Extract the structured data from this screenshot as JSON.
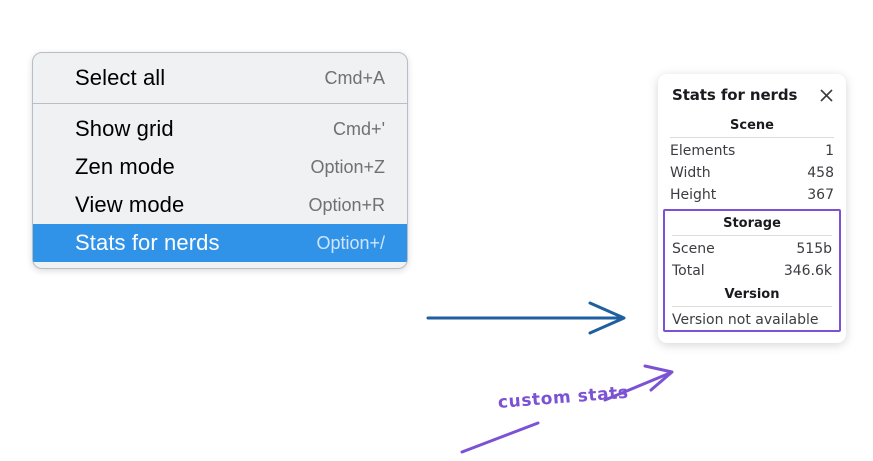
{
  "colors": {
    "menu_background": "#eff1f3",
    "menu_border": "#b6bec7",
    "menu_highlight": "#3193e8",
    "shortcut_text": "#717171",
    "annotation_purple": "#7c52d4",
    "annotation_blue": "#1f5fa0",
    "panel_box_border": "#7c52d4",
    "page_background": "#ffffff"
  },
  "context_menu": {
    "name": "context-menu",
    "groups": [
      {
        "items": [
          {
            "label": "Select all",
            "shortcut": "Cmd+A",
            "selected": false
          }
        ]
      },
      {
        "items": [
          {
            "label": "Show grid",
            "shortcut": "Cmd+'",
            "selected": false
          },
          {
            "label": "Zen mode",
            "shortcut": "Option+Z",
            "selected": false
          },
          {
            "label": "View mode",
            "shortcut": "Option+R",
            "selected": false
          },
          {
            "label": "Stats for nerds",
            "shortcut": "Option+/",
            "selected": true
          }
        ]
      }
    ]
  },
  "stats_panel": {
    "title": "Stats for nerds",
    "close_icon": "close-icon",
    "sections": [
      {
        "title": "Scene",
        "boxed": false,
        "rows": [
          {
            "key": "Elements",
            "value": "1"
          },
          {
            "key": "Width",
            "value": "458"
          },
          {
            "key": "Height",
            "value": "367"
          }
        ]
      },
      {
        "title": "Storage",
        "boxed": true,
        "rows": [
          {
            "key": "Scene",
            "value": "515b"
          },
          {
            "key": "Total",
            "value": "346.6k"
          }
        ]
      },
      {
        "title": "Version",
        "boxed": true,
        "rows": [],
        "note": "Version not available"
      }
    ]
  },
  "annotations": {
    "custom_stats_label": "custom stats",
    "blue_arrow_name": "blue-arrow-menu-to-panel",
    "purple_arrow_name": "purple-arrow-to-version-box",
    "purple_underline_name": "purple-underline-stroke"
  }
}
